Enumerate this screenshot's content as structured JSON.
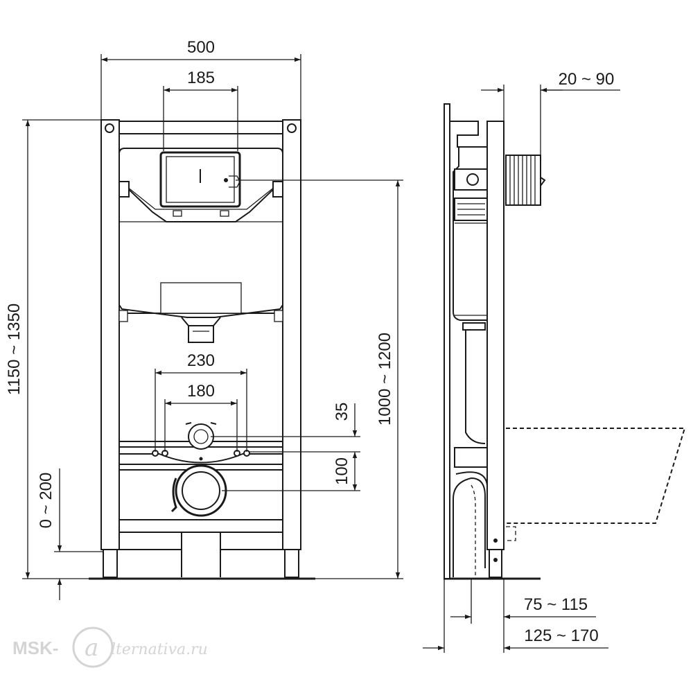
{
  "dimensions": {
    "frame_width": "500",
    "flush_plate_width": "185",
    "frame_height": "1150 ~ 1350",
    "flush_height": "1000 ~ 1200",
    "bolt_outer_spacing": "230",
    "bolt_inner_spacing": "180",
    "outlet_offset": "35",
    "outlet_spacing": "100",
    "floor_adjust": "0 ~ 200",
    "wall_depth": "20 ~ 90",
    "depth_a": "75 ~ 115",
    "depth_b": "125 ~ 170"
  },
  "watermark": {
    "prefix": "MSK-",
    "mark": "a",
    "suffix": "lternativa.ru"
  },
  "colors": {
    "line": "#1a1a1a",
    "watermark": "#d4d4d4"
  }
}
